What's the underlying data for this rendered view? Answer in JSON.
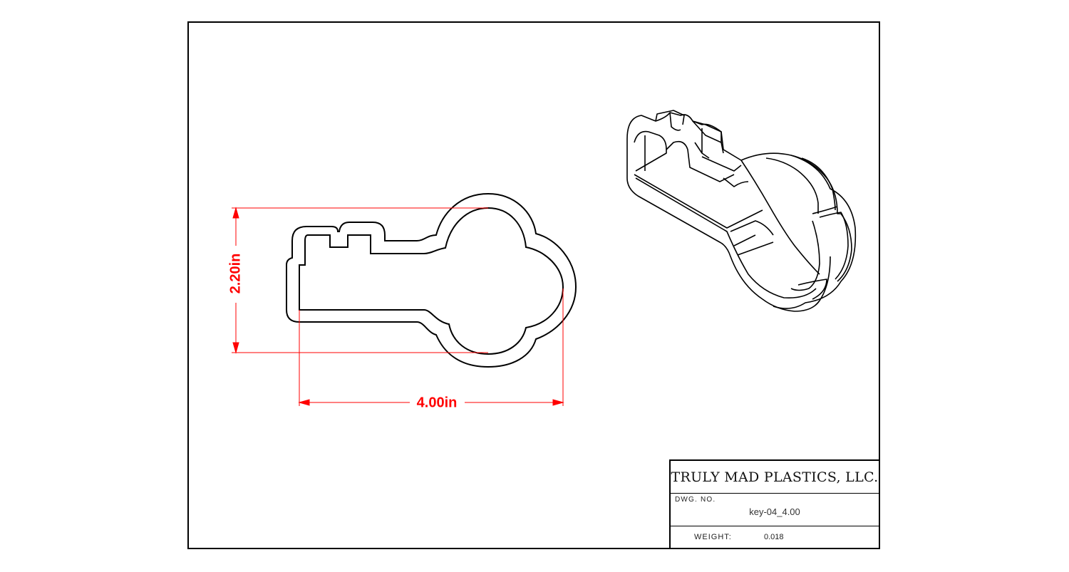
{
  "dimensions": {
    "height_label": "2.20in",
    "width_label": "4.00in",
    "color": "#ff0000"
  },
  "title_block": {
    "company": "TRULY MAD PLASTICS, LLC.",
    "dwg_no_label": "DWG. NO.",
    "dwg_no_value": "key-04_4.00",
    "weight_label": "WEIGHT:",
    "weight_value": "0.018"
  }
}
